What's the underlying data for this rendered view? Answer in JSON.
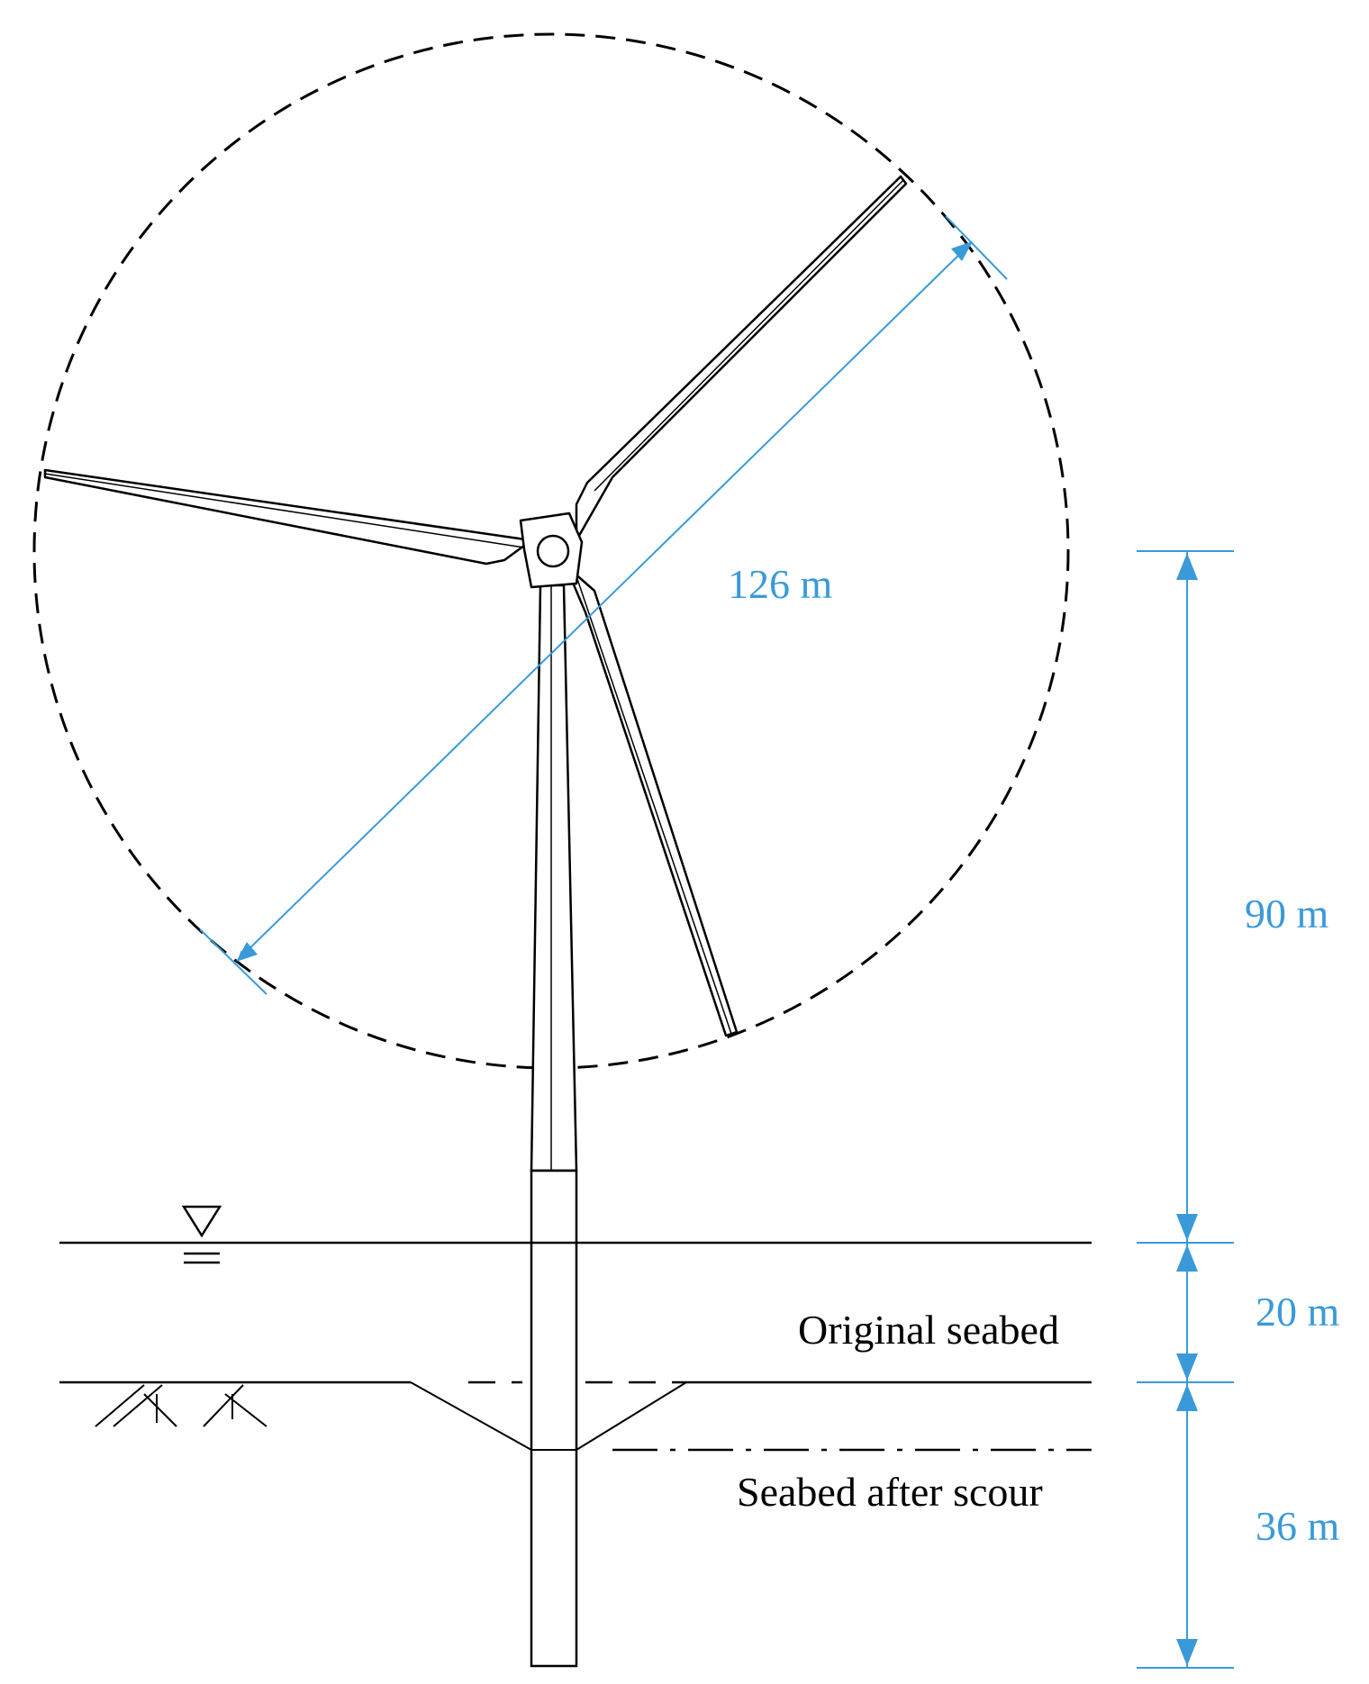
{
  "colors": {
    "dimension": "#3a9ad9",
    "line": "#000000",
    "background": "#ffffff"
  },
  "labels": {
    "rotor_diameter": "126 m",
    "hub_height": "90 m",
    "water_depth": "20 m",
    "pile_embedment": "36 m",
    "original_seabed": "Original seabed",
    "seabed_after_scour": "Seabed after scour"
  },
  "icons": {
    "water_level": "water-level-triangle-icon",
    "soil": "soil-hatch-icon"
  }
}
